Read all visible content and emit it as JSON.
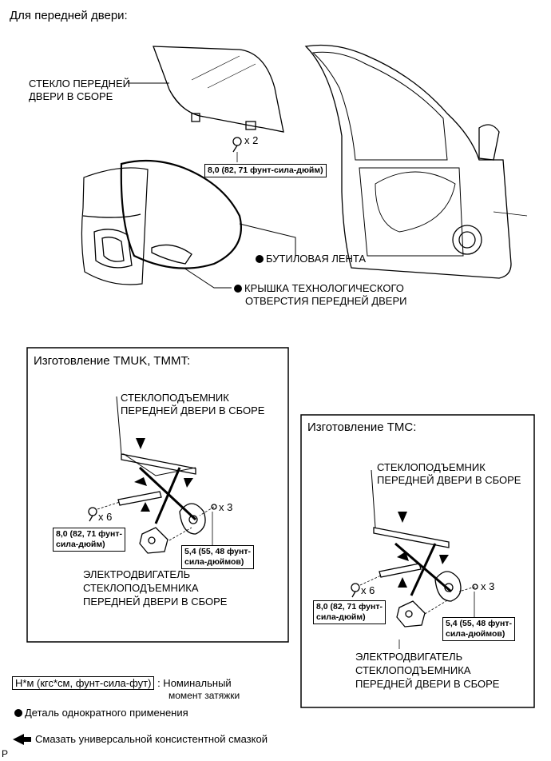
{
  "header": {
    "title": "Для передней двери:"
  },
  "top": {
    "glass_label": [
      "СТЕКЛО ПЕРЕДНЕЙ",
      "ДВЕРИ В СБОРЕ"
    ],
    "bolt_count": "x 2",
    "bolt_torque": "8,0 (82, 71 фунт-сила-дюйм)",
    "butyl_tape": "БУТИЛОВАЯ ЛЕНТА",
    "hole_cover": [
      "КРЫШКА ТЕХНОЛОГИЧЕСКОГО",
      "ОТВЕРСТИЯ ПЕРЕДНЕЙ ДВЕРИ"
    ]
  },
  "tmuk": {
    "title": "Изготовление TMUK, TMMT:",
    "regulator": [
      "СТЕКЛОПОДЪЕМНИК",
      "ПЕРЕДНЕЙ ДВЕРИ В СБОРЕ"
    ],
    "bolt_count": "x 6",
    "bolt_torque": [
      "8,0 (82, 71 фунт-",
      "сила-дюйм)"
    ],
    "screw_count": "x 3",
    "screw_torque": [
      "5,4 (55, 48 фунт-",
      "сила-дюймов)"
    ],
    "motor": [
      "ЭЛЕКТРОДВИГАТЕЛЬ",
      "СТЕКЛОПОДЪЕМНИКА",
      "ПЕРЕДНЕЙ ДВЕРИ В СБОРЕ"
    ]
  },
  "tmc": {
    "title": "Изготовление TMC:",
    "regulator": [
      "СТЕКЛОПОДЪЕМНИК",
      "ПЕРЕДНЕЙ ДВЕРИ В СБОРЕ"
    ],
    "bolt_count": "x 6",
    "bolt_torque": [
      "8,0 (82, 71 фунт-",
      "сила-дюйм)"
    ],
    "screw_count": "x 3",
    "screw_torque": [
      "5,4 (55, 48 фунт-",
      "сила-дюймов)"
    ],
    "motor": [
      "ЭЛЕКТРОДВИГАТЕЛЬ",
      "СТЕКЛОПОДЪЕМНИКА",
      "ПЕРЕДНЕЙ ДВЕРИ В СБОРЕ"
    ]
  },
  "legend": {
    "torque_unit": "Н*м (кгс*см, фунт-сила-фут)",
    "torque_desc": [
      ": Номинальный",
      "момент затяжки"
    ],
    "non_reusable": "Деталь однократного применения",
    "grease": "Смазать универсальной консистентной смазкой"
  },
  "footer": {
    "code": "P"
  }
}
